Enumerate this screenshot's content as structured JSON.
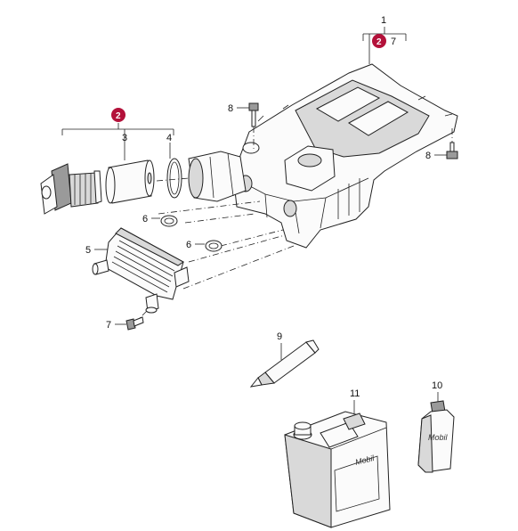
{
  "callouts": {
    "c1": "1",
    "c2_top": "2",
    "c7_top": "7",
    "c2_left": "2",
    "c3": "3",
    "c4": "4",
    "c5": "5",
    "c6_a": "6",
    "c6_b": "6",
    "c7_bottom": "7",
    "c8_a": "8",
    "c8_b": "8",
    "c9": "9",
    "c10": "10",
    "c11": "11"
  },
  "logos": {
    "canister": "Mobil",
    "bottle": "Mobil"
  },
  "colors": {
    "badge": "#b3113a",
    "line": "#222222",
    "fill": "#fbfbfb"
  }
}
